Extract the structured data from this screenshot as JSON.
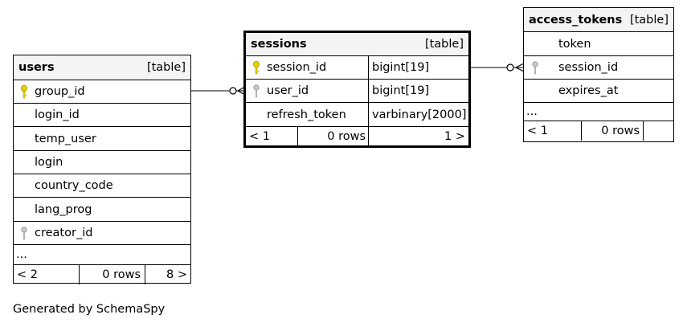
{
  "caption": "Generated by SchemaSpy",
  "colors": {
    "primary_key": "#e8d000",
    "foreign_key": "#a8a8a8",
    "header_bg": "#f4f4f4"
  },
  "tables": {
    "users": {
      "name": "users",
      "kind": "[table]",
      "columns": [
        {
          "name": "group_id",
          "key": "primary-key"
        },
        {
          "name": "login_id",
          "key": ""
        },
        {
          "name": "temp_user",
          "key": ""
        },
        {
          "name": "login",
          "key": ""
        },
        {
          "name": "country_code",
          "key": ""
        },
        {
          "name": "lang_prog",
          "key": ""
        },
        {
          "name": "creator_id",
          "key": "foreign-key"
        }
      ],
      "ellipsis": "...",
      "footer": {
        "parents": "< 2",
        "rows": "0 rows",
        "children": "8 >"
      }
    },
    "sessions": {
      "name": "sessions",
      "kind": "[table]",
      "columns": [
        {
          "name": "session_id",
          "type": "bigint[19]",
          "key": "primary-key"
        },
        {
          "name": "user_id",
          "type": "bigint[19]",
          "key": "foreign-key"
        },
        {
          "name": "refresh_token",
          "type": "varbinary[2000]",
          "key": ""
        }
      ],
      "footer": {
        "parents": "< 1",
        "rows": "0 rows",
        "children": "1 >"
      }
    },
    "access_tokens": {
      "name": "access_tokens",
      "kind": "[table]",
      "columns": [
        {
          "name": "token",
          "key": ""
        },
        {
          "name": "session_id",
          "key": "foreign-key"
        },
        {
          "name": "expires_at",
          "key": ""
        }
      ],
      "ellipsis": "...",
      "footer": {
        "parents": "< 1",
        "rows": "0 rows",
        "children": ""
      }
    }
  },
  "relationships": [
    {
      "from": "sessions.user_id",
      "to": "users.group_id"
    },
    {
      "from": "access_tokens.session_id",
      "to": "sessions.session_id"
    }
  ]
}
